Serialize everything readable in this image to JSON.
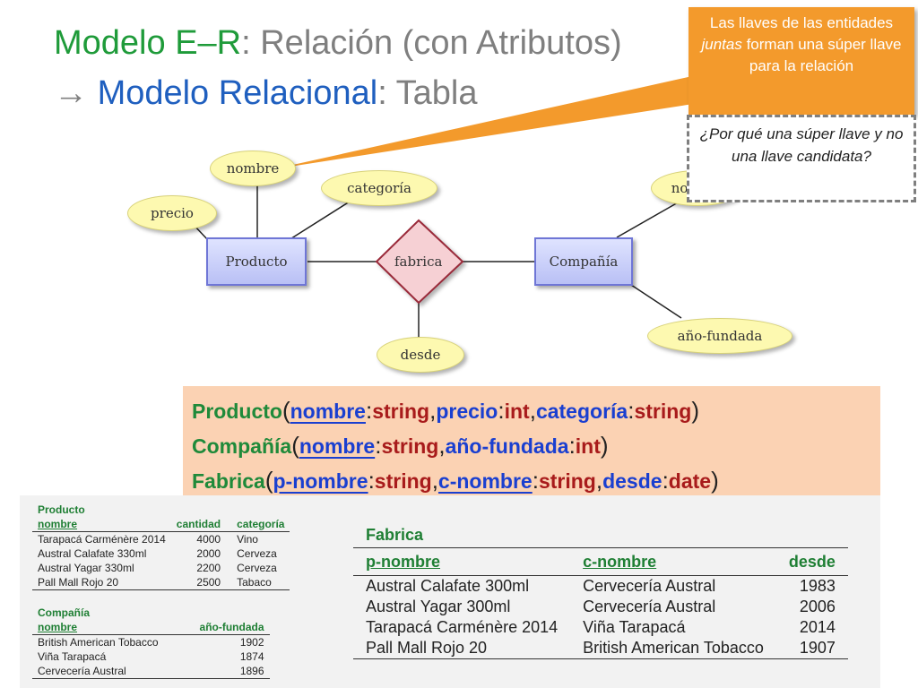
{
  "title": {
    "line1_a": "Modelo E–R",
    "line1_b": ": Relación (con Atributos)",
    "line2_arrow": "→ ",
    "line2_a": "Modelo Relacional",
    "line2_b": ": Tabla"
  },
  "callout": {
    "text_before": "Las llaves de las entidades ",
    "text_em": "juntas",
    "text_after": " forman una súper llave para la relación"
  },
  "question": {
    "text": "¿Por qué una súper llave y no una llave candidata?"
  },
  "er": {
    "attrs": {
      "nombre_producto": "nombre",
      "precio": "precio",
      "categoria": "categoría",
      "desde": "desde",
      "nombre_compania": "nombre",
      "ano_fundada": "año-fundada"
    },
    "entities": {
      "producto": "Producto",
      "compania": "Compañía"
    },
    "relation": "fabrica"
  },
  "schema": {
    "producto": {
      "name": "Producto",
      "attrs": [
        {
          "name": "nombre",
          "type": "string",
          "key": true
        },
        {
          "name": "precio",
          "type": "int",
          "key": false
        },
        {
          "name": "categoría",
          "type": "string",
          "key": false
        }
      ]
    },
    "compania": {
      "name": "Compañía",
      "attrs": [
        {
          "name": "nombre",
          "type": "string",
          "key": true
        },
        {
          "name": "año-fundada",
          "type": "int",
          "key": false
        }
      ]
    },
    "fabrica": {
      "name": "Fabrica",
      "attrs": [
        {
          "name": "p-nombre",
          "type": "string",
          "key": true
        },
        {
          "name": "c-nombre",
          "type": "string",
          "key": true
        },
        {
          "name": "desde",
          "type": "date",
          "key": false
        }
      ]
    }
  },
  "table_producto": {
    "caption": "Producto",
    "headers": [
      "nombre",
      "cantidad",
      "categoría"
    ],
    "rows": [
      [
        "Tarapacá Carménère 2014",
        "4000",
        "Vino"
      ],
      [
        "Austral Calafate 330ml",
        "2000",
        "Cerveza"
      ],
      [
        "Austral Yagar 330ml",
        "2200",
        "Cerveza"
      ],
      [
        "Pall Mall Rojo 20",
        "2500",
        "Tabaco"
      ]
    ]
  },
  "table_compania": {
    "caption": "Compañía",
    "headers": [
      "nombre",
      "año-fundada"
    ],
    "rows": [
      [
        "British American Tobacco",
        "1902"
      ],
      [
        "Viña Tarapacá",
        "1874"
      ],
      [
        "Cervecería Austral",
        "1896"
      ]
    ]
  },
  "table_fabrica": {
    "caption": "Fabrica",
    "headers": [
      "p-nombre",
      "c-nombre",
      "desde"
    ],
    "rows": [
      [
        "Austral Calafate 300ml",
        "Cervecería Austral",
        "1983"
      ],
      [
        "Austral Yagar 300ml",
        "Cervecería Austral",
        "2006"
      ],
      [
        "Tarapacá Carménère 2014",
        "Viña Tarapacá",
        "2014"
      ],
      [
        "Pall Mall Rojo 20",
        "British American Tobacco",
        "1907"
      ]
    ]
  }
}
